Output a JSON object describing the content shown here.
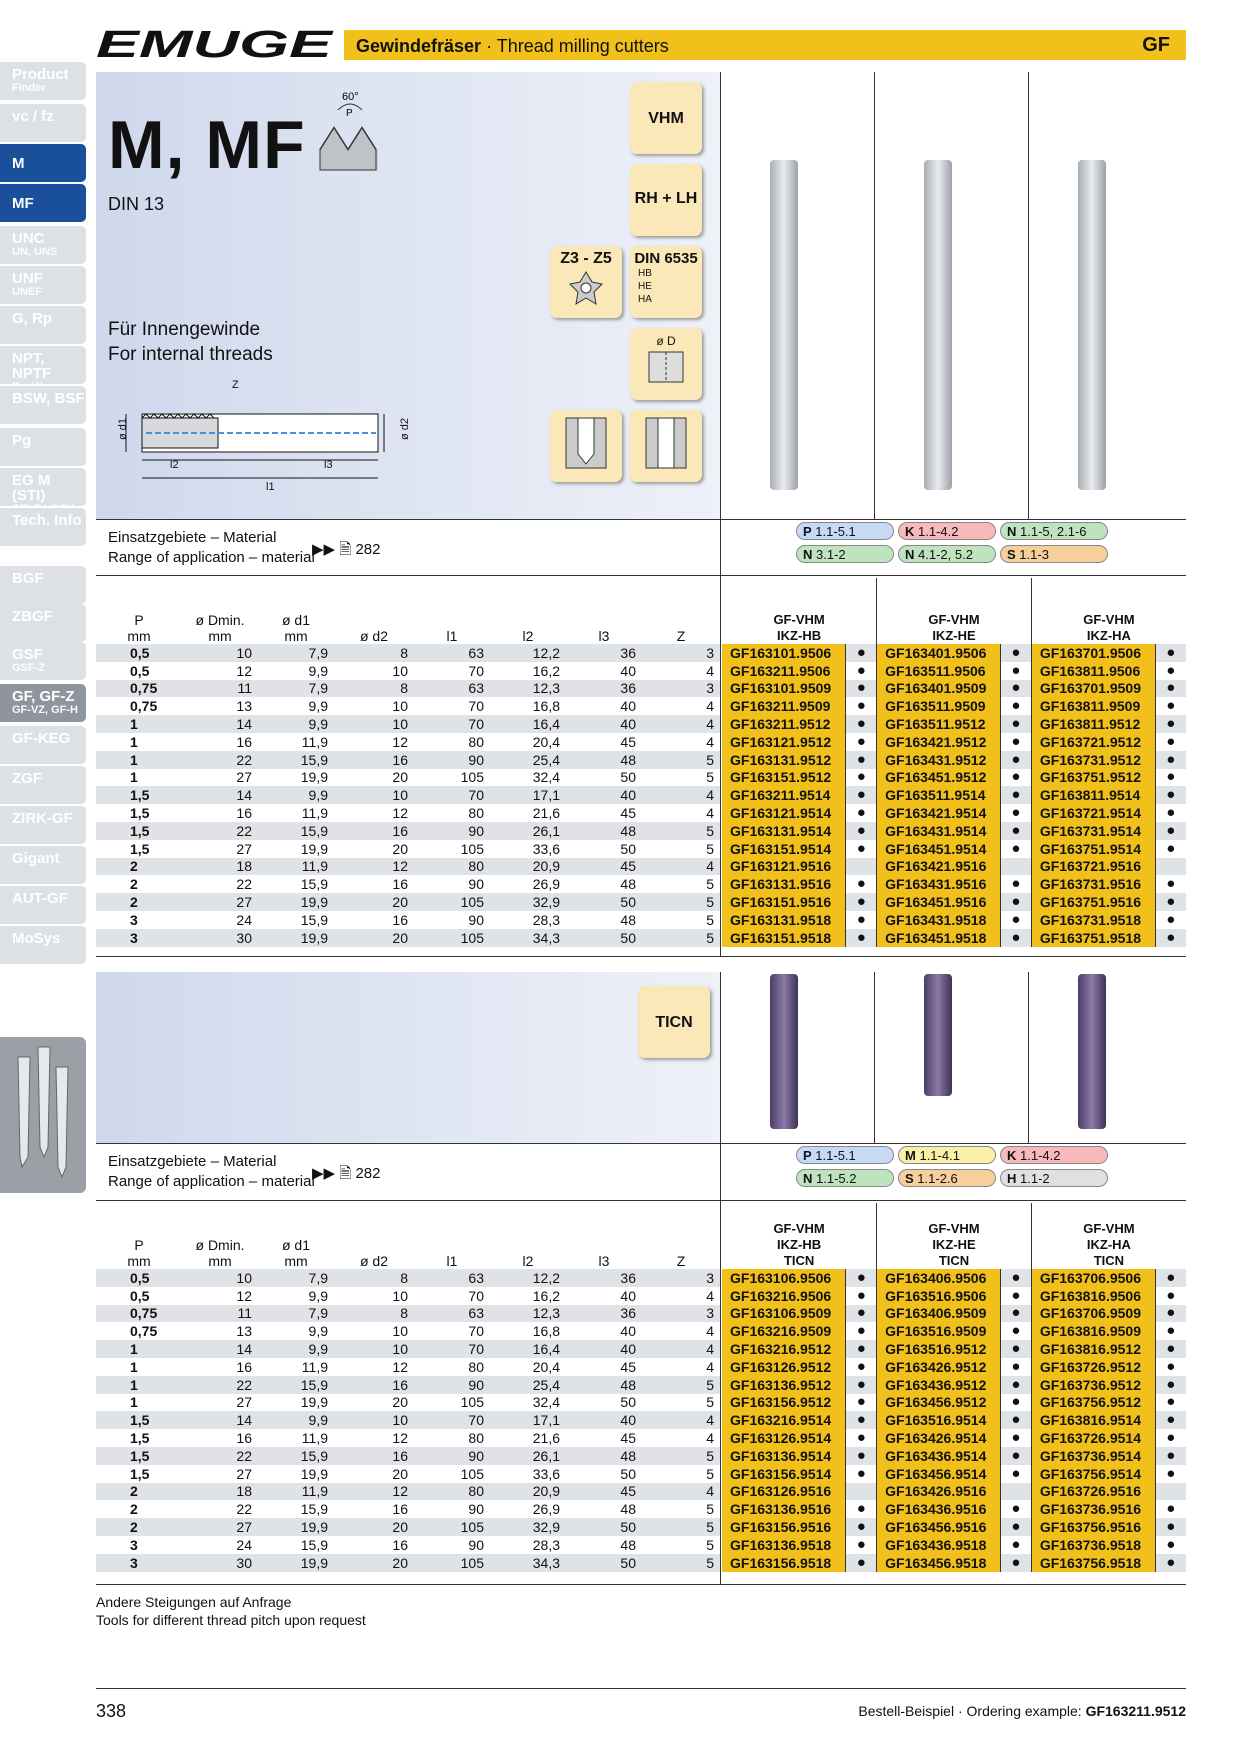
{
  "header": {
    "title_de": "Gewindefräser",
    "title_sep": " · ",
    "title_en": "Thread milling cutters",
    "code": "GF"
  },
  "sidebar": [
    {
      "label": "Product",
      "sub": "Finder"
    },
    {
      "label": "vc / fz",
      "sub": ""
    },
    {
      "label": "M",
      "sub": "",
      "active": true
    },
    {
      "label": "MF",
      "sub": "",
      "active": true
    },
    {
      "label": "UNC",
      "sub": "UN, UNS"
    },
    {
      "label": "UNF",
      "sub": "UNEF"
    },
    {
      "label": "G, Rp",
      "sub": ""
    },
    {
      "label": "NPT, NPTF",
      "sub": "Rc, W"
    },
    {
      "label": "BSW, BSF",
      "sub": ""
    },
    {
      "label": "Pg",
      "sub": ""
    },
    {
      "label": "EG M (STI)",
      "sub": "SELF-LOCK"
    },
    {
      "label": "Tech. Info",
      "sub": ""
    },
    {
      "label": "BGF",
      "sub": ""
    },
    {
      "label": "ZBGF",
      "sub": ""
    },
    {
      "label": "GSF",
      "sub": "GSF-Z"
    },
    {
      "label": "GF, GF-Z",
      "sub": "GF-VZ, GF-H",
      "dark": true
    },
    {
      "label": "GF-KEG",
      "sub": ""
    },
    {
      "label": "ZGF",
      "sub": ""
    },
    {
      "label": "ZIRK-GF",
      "sub": ""
    },
    {
      "label": "Gigant",
      "sub": ""
    },
    {
      "label": "AUT-GF",
      "sub": ""
    },
    {
      "label": "MoSys",
      "sub": ""
    }
  ],
  "product": {
    "title": "M, MF",
    "standard": "DIN 13",
    "angle": "60°",
    "pitch_symbol": "P",
    "use_de": "Für Innengewinde",
    "use_en": "For internal threads"
  },
  "drawing": {
    "d1": "ø d1",
    "d2": "ø d2",
    "l1": "l1",
    "l2": "l2",
    "l3": "l3",
    "z": "Z"
  },
  "badges": {
    "material": "VHM",
    "direction": "RH + LH",
    "flutes": "Z3 - Z5",
    "shank_std": "DIN 6535",
    "shank_types": [
      "HB",
      "HE",
      "HA"
    ],
    "coolant": "ø D",
    "coating": "TICN"
  },
  "application": {
    "label_de": "Einsatzgebiete – Material",
    "label_en": "Range of application – material",
    "page_ref": "282"
  },
  "section1_pills": [
    [
      {
        "k": "P",
        "v": "1.1-5.1",
        "c": "#c7daf5"
      },
      {
        "k": "K",
        "v": "1.1-4.2",
        "c": "#f7b9b9"
      },
      {
        "k": "N",
        "v": "1.1-5, 2.1-6",
        "c": "#bfe3bf"
      }
    ],
    [
      {
        "k": "N",
        "v": "3.1-2",
        "c": "#bfe3bf"
      },
      {
        "k": "N",
        "v": "4.1-2, 5.2",
        "c": "#bfe3bf"
      },
      {
        "k": "S",
        "v": "1.1-3",
        "c": "#f6cf9a"
      }
    ]
  ],
  "section2_pills": [
    [
      {
        "k": "P",
        "v": "1.1-5.1",
        "c": "#c7daf5"
      },
      {
        "k": "M",
        "v": "1.1-4.1",
        "c": "#fbf0a8"
      },
      {
        "k": "K",
        "v": "1.1-4.2",
        "c": "#f7b9b9"
      }
    ],
    [
      {
        "k": "N",
        "v": "1.1-5.2",
        "c": "#bfe3bf"
      },
      {
        "k": "S",
        "v": "1.1-2.6",
        "c": "#f6cf9a"
      },
      {
        "k": "H",
        "v": "1.1-2",
        "c": "#e0e0e0"
      }
    ]
  ],
  "spec_headers": {
    "p": "P",
    "p_unit": "mm",
    "dmin": "ø Dmin.",
    "dmin_unit": "mm",
    "d1": "ø d1",
    "d1_unit": "mm",
    "d2": "ø d2",
    "l1": "l1",
    "l2": "l2",
    "l3": "l3",
    "z": "Z"
  },
  "section1_cols": [
    "GF-VHM\nIKZ-HB",
    "GF-VHM\nIKZ-HE",
    "GF-VHM\nIKZ-HA"
  ],
  "section2_cols": [
    "GF-VHM\nIKZ-HB\nTICN",
    "GF-VHM\nIKZ-HE\nTICN",
    "GF-VHM\nIKZ-HA\nTICN"
  ],
  "rows": [
    [
      "0,5",
      "10",
      "7,9",
      "8",
      "63",
      "12,2",
      "36",
      "3"
    ],
    [
      "0,5",
      "12",
      "9,9",
      "10",
      "70",
      "16,2",
      "40",
      "4"
    ],
    [
      "0,75",
      "11",
      "7,9",
      "8",
      "63",
      "12,3",
      "36",
      "3"
    ],
    [
      "0,75",
      "13",
      "9,9",
      "10",
      "70",
      "16,8",
      "40",
      "4"
    ],
    [
      "1",
      "14",
      "9,9",
      "10",
      "70",
      "16,4",
      "40",
      "4"
    ],
    [
      "1",
      "16",
      "11,9",
      "12",
      "80",
      "20,4",
      "45",
      "4"
    ],
    [
      "1",
      "22",
      "15,9",
      "16",
      "90",
      "25,4",
      "48",
      "5"
    ],
    [
      "1",
      "27",
      "19,9",
      "20",
      "105",
      "32,4",
      "50",
      "5"
    ],
    [
      "1,5",
      "14",
      "9,9",
      "10",
      "70",
      "17,1",
      "40",
      "4"
    ],
    [
      "1,5",
      "16",
      "11,9",
      "12",
      "80",
      "21,6",
      "45",
      "4"
    ],
    [
      "1,5",
      "22",
      "15,9",
      "16",
      "90",
      "26,1",
      "48",
      "5"
    ],
    [
      "1,5",
      "27",
      "19,9",
      "20",
      "105",
      "33,6",
      "50",
      "5"
    ],
    [
      "2",
      "18",
      "11,9",
      "12",
      "80",
      "20,9",
      "45",
      "4"
    ],
    [
      "2",
      "22",
      "15,9",
      "16",
      "90",
      "26,9",
      "48",
      "5"
    ],
    [
      "2",
      "27",
      "19,9",
      "20",
      "105",
      "32,9",
      "50",
      "5"
    ],
    [
      "3",
      "24",
      "15,9",
      "16",
      "90",
      "28,3",
      "48",
      "5"
    ],
    [
      "3",
      "30",
      "19,9",
      "20",
      "105",
      "34,3",
      "50",
      "5"
    ]
  ],
  "section1_codes": [
    [
      "GF163101.9506",
      "●",
      "GF163401.9506",
      "●",
      "GF163701.9506",
      "●"
    ],
    [
      "GF163211.9506",
      "●",
      "GF163511.9506",
      "●",
      "GF163811.9506",
      "●"
    ],
    [
      "GF163101.9509",
      "●",
      "GF163401.9509",
      "●",
      "GF163701.9509",
      "●"
    ],
    [
      "GF163211.9509",
      "●",
      "GF163511.9509",
      "●",
      "GF163811.9509",
      "●"
    ],
    [
      "GF163211.9512",
      "●",
      "GF163511.9512",
      "●",
      "GF163811.9512",
      "●"
    ],
    [
      "GF163121.9512",
      "●",
      "GF163421.9512",
      "●",
      "GF163721.9512",
      "●"
    ],
    [
      "GF163131.9512",
      "●",
      "GF163431.9512",
      "●",
      "GF163731.9512",
      "●"
    ],
    [
      "GF163151.9512",
      "●",
      "GF163451.9512",
      "●",
      "GF163751.9512",
      "●"
    ],
    [
      "GF163211.9514",
      "●",
      "GF163511.9514",
      "●",
      "GF163811.9514",
      "●"
    ],
    [
      "GF163121.9514",
      "●",
      "GF163421.9514",
      "●",
      "GF163721.9514",
      "●"
    ],
    [
      "GF163131.9514",
      "●",
      "GF163431.9514",
      "●",
      "GF163731.9514",
      "●"
    ],
    [
      "GF163151.9514",
      "●",
      "GF163451.9514",
      "●",
      "GF163751.9514",
      "●"
    ],
    [
      "GF163121.9516",
      "",
      "GF163421.9516",
      "",
      "GF163721.9516",
      ""
    ],
    [
      "GF163131.9516",
      "●",
      "GF163431.9516",
      "●",
      "GF163731.9516",
      "●"
    ],
    [
      "GF163151.9516",
      "●",
      "GF163451.9516",
      "●",
      "GF163751.9516",
      "●"
    ],
    [
      "GF163131.9518",
      "●",
      "GF163431.9518",
      "●",
      "GF163731.9518",
      "●"
    ],
    [
      "GF163151.9518",
      "●",
      "GF163451.9518",
      "●",
      "GF163751.9518",
      "●"
    ]
  ],
  "section2_codes": [
    [
      "GF163106.9506",
      "●",
      "GF163406.9506",
      "●",
      "GF163706.9506",
      "●"
    ],
    [
      "GF163216.9506",
      "●",
      "GF163516.9506",
      "●",
      "GF163816.9506",
      "●"
    ],
    [
      "GF163106.9509",
      "●",
      "GF163406.9509",
      "●",
      "GF163706.9509",
      "●"
    ],
    [
      "GF163216.9509",
      "●",
      "GF163516.9509",
      "●",
      "GF163816.9509",
      "●"
    ],
    [
      "GF163216.9512",
      "●",
      "GF163516.9512",
      "●",
      "GF163816.9512",
      "●"
    ],
    [
      "GF163126.9512",
      "●",
      "GF163426.9512",
      "●",
      "GF163726.9512",
      "●"
    ],
    [
      "GF163136.9512",
      "●",
      "GF163436.9512",
      "●",
      "GF163736.9512",
      "●"
    ],
    [
      "GF163156.9512",
      "●",
      "GF163456.9512",
      "●",
      "GF163756.9512",
      "●"
    ],
    [
      "GF163216.9514",
      "●",
      "GF163516.9514",
      "●",
      "GF163816.9514",
      "●"
    ],
    [
      "GF163126.9514",
      "●",
      "GF163426.9514",
      "●",
      "GF163726.9514",
      "●"
    ],
    [
      "GF163136.9514",
      "●",
      "GF163436.9514",
      "●",
      "GF163736.9514",
      "●"
    ],
    [
      "GF163156.9514",
      "●",
      "GF163456.9514",
      "●",
      "GF163756.9514",
      "●"
    ],
    [
      "GF163126.9516",
      "",
      "GF163426.9516",
      "",
      "GF163726.9516",
      ""
    ],
    [
      "GF163136.9516",
      "●",
      "GF163436.9516",
      "●",
      "GF163736.9516",
      "●"
    ],
    [
      "GF163156.9516",
      "●",
      "GF163456.9516",
      "●",
      "GF163756.9516",
      "●"
    ],
    [
      "GF163136.9518",
      "●",
      "GF163436.9518",
      "●",
      "GF163736.9518",
      "●"
    ],
    [
      "GF163156.9518",
      "●",
      "GF163456.9518",
      "●",
      "GF163756.9518",
      "●"
    ]
  ],
  "note": {
    "de": "Andere Steigungen auf Anfrage",
    "en": "Tools for different thread pitch upon request"
  },
  "footer": {
    "page": "338",
    "order_label": "Bestell-Beispiel · Ordering example: ",
    "order_code": "GF163211.9512"
  },
  "colors": {
    "accent_yellow": "#f2c01b",
    "nav_blue": "#1a4f9c",
    "badge_bg": "#fbe8b8"
  }
}
